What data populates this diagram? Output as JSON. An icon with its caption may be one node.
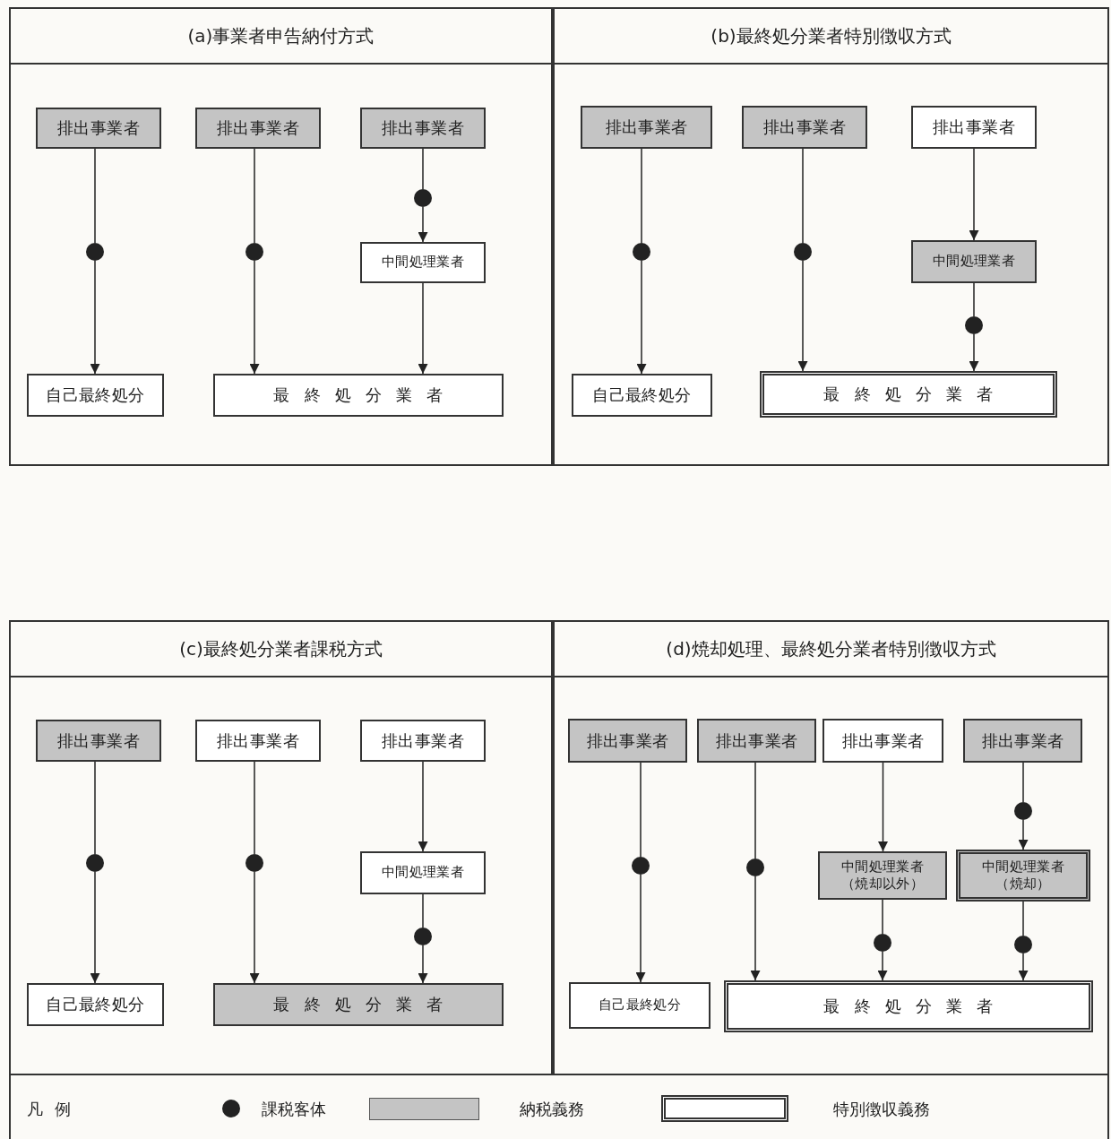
{
  "diagram": {
    "nodes": [
      {
        "text": [
          "(a)事業者申告納付方式"
        ]
      },
      {
        "text": [
          "排出事業者"
        ],
        "in": 0
      },
      {
        "text": [
          "排出事業者"
        ],
        "in": 0
      },
      {
        "text": [
          "排出事業者"
        ],
        "in": 0
      },
      {
        "text": [],
        "shape": "circle",
        "in": 0
      },
      {
        "text": [],
        "shape": "circle",
        "in": 0
      },
      {
        "text": [],
        "shape": "circle",
        "in": 0
      },
      {
        "text": [
          "中間処理業者"
        ],
        "in": 0
      },
      {
        "text": [
          "自己最終処分"
        ],
        "in": 0
      },
      {
        "text": [
          "最終処分業者"
        ],
        "in": 0
      },
      {
        "text": [
          "(b)最終処分業者特別徴収方式"
        ]
      },
      {
        "text": [
          "排出事業者"
        ],
        "in": 10
      },
      {
        "text": [
          "排出事業者"
        ],
        "in": 10
      },
      {
        "text": [
          "排出事業者"
        ],
        "in": 10
      },
      {
        "text": [],
        "shape": "circle",
        "in": 10
      },
      {
        "text": [],
        "shape": "circle",
        "in": 10
      },
      {
        "text": [
          "中間処理業者"
        ],
        "in": 10
      },
      {
        "text": [],
        "shape": "circle",
        "in": 10
      },
      {
        "text": [
          "自己最終処分"
        ],
        "in": 10
      },
      {
        "text": [
          "最終処分業者"
        ],
        "in": 10
      },
      {
        "text": [
          "(c)最終処分業者課税方式"
        ]
      },
      {
        "text": [
          "排出事業者"
        ],
        "in": 20
      },
      {
        "text": [
          "排出事業者"
        ],
        "in": 20
      },
      {
        "text": [
          "排出事業者"
        ],
        "in": 20
      },
      {
        "text": [],
        "shape": "circle",
        "in": 20
      },
      {
        "text": [],
        "shape": "circle",
        "in": 20
      },
      {
        "text": [
          "中間処理業者"
        ],
        "in": 20
      },
      {
        "text": [],
        "shape": "circle",
        "in": 20
      },
      {
        "text": [
          "自己最終処分"
        ],
        "in": 20
      },
      {
        "text": [
          "最終処分業者"
        ],
        "in": 20
      },
      {
        "text": [
          "(d)焼却処理、最終処分業者特別徴収方式"
        ]
      },
      {
        "text": [
          "排出事業者"
        ],
        "in": 30
      },
      {
        "text": [
          "排出事業者"
        ],
        "in": 30
      },
      {
        "text": [
          "排出事業者"
        ],
        "in": 30
      },
      {
        "text": [
          "排出事業者"
        ],
        "in": 30
      },
      {
        "text": [],
        "shape": "circle",
        "in": 30
      },
      {
        "text": [],
        "shape": "circle",
        "in": 30
      },
      {
        "text": [],
        "shape": "circle",
        "in": 30
      },
      {
        "text": [
          "中間処理業者（焼却以外）"
        ],
        "in": 30
      },
      {
        "text": [
          "中間処理業者（焼却）"
        ],
        "in": 30
      },
      {
        "text": [],
        "shape": "circle",
        "in": 30
      },
      {
        "text": [],
        "shape": "circle",
        "in": 30
      },
      {
        "text": [
          "自己最終処分"
        ],
        "in": 30
      },
      {
        "text": [
          "最終処分業者"
        ],
        "in": 30
      }
    ],
    "edges": [
      {
        "from": 1,
        "to": 4,
        "arrow": "none"
      },
      {
        "from": 4,
        "to": 8,
        "arrow": "to"
      },
      {
        "from": 2,
        "to": 5,
        "arrow": "none"
      },
      {
        "from": 5,
        "to": 9,
        "arrow": "to"
      },
      {
        "from": 3,
        "to": 6,
        "arrow": "none"
      },
      {
        "from": 6,
        "to": 7,
        "arrow": "to"
      },
      {
        "from": 7,
        "to": 9,
        "arrow": "to"
      },
      {
        "from": 11,
        "to": 14,
        "arrow": "none"
      },
      {
        "from": 14,
        "to": 18,
        "arrow": "to"
      },
      {
        "from": 12,
        "to": 15,
        "arrow": "none"
      },
      {
        "from": 15,
        "to": 19,
        "arrow": "to"
      },
      {
        "from": 13,
        "to": 16,
        "arrow": "to"
      },
      {
        "from": 16,
        "to": 17,
        "arrow": "none"
      },
      {
        "from": 17,
        "to": 19,
        "arrow": "to"
      },
      {
        "from": 21,
        "to": 24,
        "arrow": "none"
      },
      {
        "from": 24,
        "to": 28,
        "arrow": "to"
      },
      {
        "from": 22,
        "to": 25,
        "arrow": "none"
      },
      {
        "from": 25,
        "to": 29,
        "arrow": "to"
      },
      {
        "from": 23,
        "to": 26,
        "arrow": "to"
      },
      {
        "from": 26,
        "to": 27,
        "arrow": "none"
      },
      {
        "from": 27,
        "to": 29,
        "arrow": "to"
      },
      {
        "from": 31,
        "to": 36,
        "arrow": "none"
      },
      {
        "from": 36,
        "to": 42,
        "arrow": "to"
      },
      {
        "from": 32,
        "to": 37,
        "arrow": "none"
      },
      {
        "from": 37,
        "to": 43,
        "arrow": "to"
      },
      {
        "from": 33,
        "to": 38,
        "arrow": "to"
      },
      {
        "from": 34,
        "to": 35,
        "arrow": "none"
      },
      {
        "from": 35,
        "to": 39,
        "arrow": "to"
      },
      {
        "from": 38,
        "to": 40,
        "arrow": "none"
      },
      {
        "from": 40,
        "to": 43,
        "arrow": "to"
      },
      {
        "from": 39,
        "to": 41,
        "arrow": "none"
      },
      {
        "from": 41,
        "to": 43,
        "arrow": "to"
      }
    ],
    "labels": [
      "凡例"
    ],
    "legend": [
      {
        "text": "課税客体"
      },
      {
        "text": "納税義務",
        "color": "#c4c4c4"
      },
      {
        "text": "特別徴収義務"
      }
    ]
  }
}
